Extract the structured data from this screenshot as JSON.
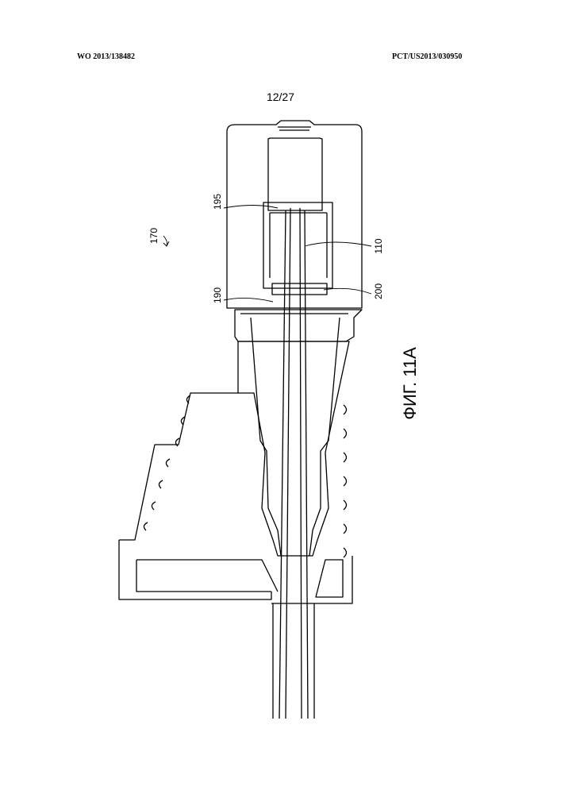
{
  "header": {
    "publication_number": "WO 2013/138482",
    "application_number": "PCT/US2013/030950",
    "page_indicator": "12/27"
  },
  "figure": {
    "title": "ФИГ. 11А",
    "reference_numerals": {
      "assembly": "170",
      "seal": "195",
      "tube": "110",
      "ring": "190",
      "insert": "200"
    }
  }
}
